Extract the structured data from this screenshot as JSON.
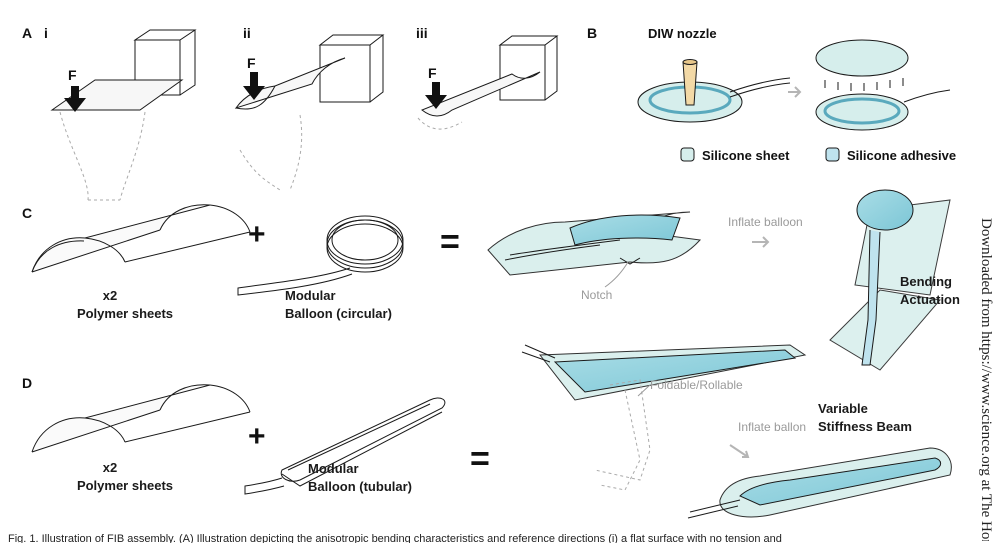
{
  "panels": {
    "a": {
      "label": "A",
      "sub": [
        "i",
        "ii",
        "iii"
      ],
      "force": "F"
    },
    "b": {
      "label": "B",
      "nozzle": "DIW nozzle",
      "legend_sheet": "Silicone sheet",
      "legend_adhesive": "Silicone adhesive"
    },
    "c": {
      "label": "C",
      "plus": "+",
      "equals": "=",
      "count": "x2",
      "sheets": "Polymer sheets",
      "balloon_1": "Modular",
      "balloon_2": "Balloon (circular)",
      "inflate": "Inflate balloon",
      "notch": "Notch",
      "result_1": "Bending",
      "result_2": "Actuation"
    },
    "d": {
      "label": "D",
      "plus": "+",
      "equals": "=",
      "count": "x2",
      "sheets": "Polymer sheets",
      "balloon_1": "Modular",
      "balloon_2": "Balloon (tubular)",
      "fold": "Foldable/Rollable",
      "inflate": "Inflate ballon",
      "result_1": "Variable",
      "result_2": "Stiffness Beam"
    }
  },
  "side_text": "Downloaded from https://www.science.org at The Hon",
  "caption": "Fig. 1. Illustration of FIB assembly. (A) Illustration depicting the anisotropic bending characteristics and reference directions (i) a flat surface with no tension and",
  "colors": {
    "sheet": "#d6eeec",
    "adhesive": "#bfe3ee",
    "balloon": "#8ccfdd",
    "line": "#1a1a1a",
    "ghost": "#aaaaaa"
  }
}
